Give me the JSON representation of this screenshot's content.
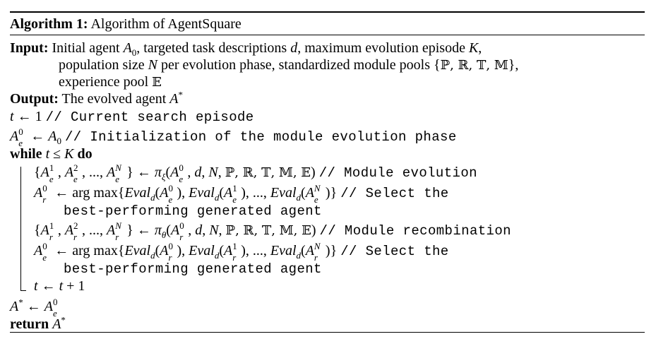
{
  "algorithm": {
    "label": "Algorithm 1:",
    "title": "Algorithm of AgentSquare",
    "input_label": "Input:",
    "input_text_1a": "Initial agent ",
    "input_text_1b": ", targeted task descriptions ",
    "input_text_1c": ", maximum evolution episode ",
    "input_text_1d": ",",
    "input_text_2a": "population size ",
    "input_text_2b": " per evolution phase, standardized module pools {",
    "input_text_2c": "},",
    "input_text_3": "experience pool ",
    "output_label": "Output:",
    "output_text": "The evolved agent ",
    "comment_1": "// Current search episode",
    "comment_2": "// Initialization of the module evolution phase",
    "while_kw": "while",
    "do_kw": "do",
    "comment_3": "// Module evolution",
    "comment_4a": "// Select the",
    "comment_4b": "best-performing generated agent",
    "comment_5": "// Module recombination",
    "comment_6a": "// Select the",
    "comment_6b": "best-performing generated agent",
    "return_kw": "return",
    "argmax": "arg max",
    "eval": "Eval",
    "sym_A0": "A",
    "sym_d": "d",
    "sym_K": "K",
    "sym_N": "N",
    "sym_t": "t",
    "pools": "ℙ, ℝ, 𝕋, 𝕄",
    "pool_E": "𝔼"
  }
}
